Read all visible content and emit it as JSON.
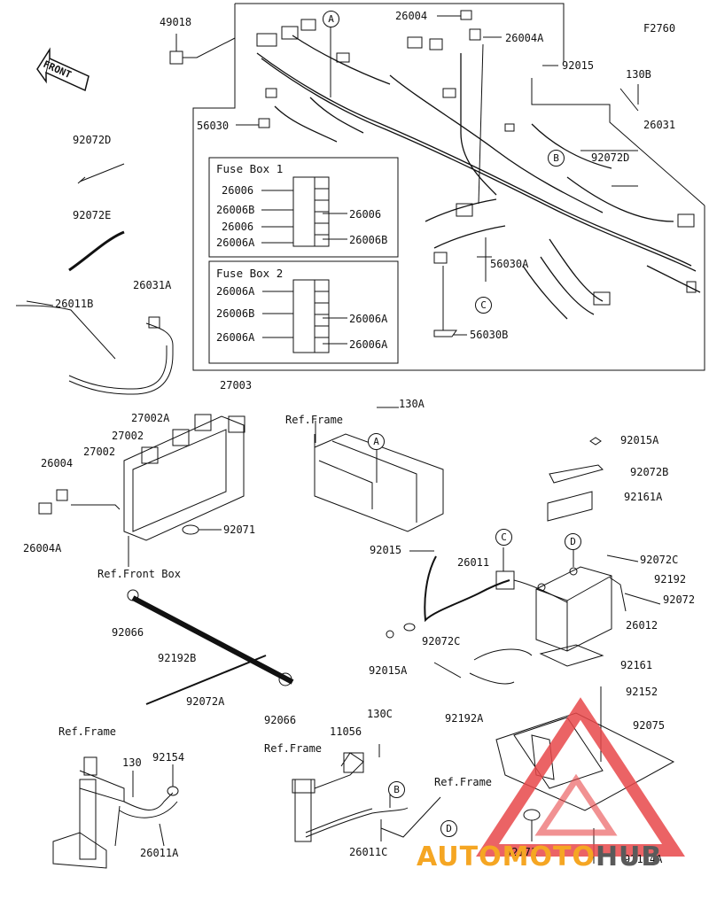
{
  "diagram_code": "F2760",
  "front_label": "FRONT",
  "fuse_box_1": {
    "title": "Fuse Box 1",
    "left": [
      "26006",
      "26006B",
      "26006",
      "26006A"
    ],
    "right": [
      "26006",
      "26006B"
    ]
  },
  "fuse_box_2": {
    "title": "Fuse Box 2",
    "left": [
      "26006A",
      "26006B",
      "26006A"
    ],
    "right": [
      "26006A",
      "26006A"
    ]
  },
  "callouts": [
    "A",
    "B",
    "C",
    "D"
  ],
  "refs": {
    "frame": "Ref.Frame",
    "front_box": "Ref.Front Box"
  },
  "parts": [
    "49018",
    "26004",
    "26004A",
    "92015",
    "130B",
    "56030",
    "26031",
    "92072D",
    "92072D",
    "92072E",
    "56030A",
    "56030B",
    "26031A",
    "26011B",
    "27003",
    "27002A",
    "27002",
    "27002",
    "26004",
    "26004A",
    "92071",
    "130A",
    "92015A",
    "92072B",
    "92161A",
    "92015",
    "26011",
    "92072C",
    "92192",
    "92072",
    "92066",
    "92192B",
    "92015A",
    "92072C",
    "26012",
    "92161",
    "92192A",
    "92152",
    "92072A",
    "92066",
    "92075",
    "130C",
    "11056",
    "130",
    "92154",
    "92171",
    "92154A",
    "26011A",
    "26011C"
  ],
  "watermark": {
    "part1": "AUTOMOTO",
    "part2": "HUB",
    "accent": "#f5a623",
    "dark": "#5a5a5a",
    "triangle": "#e8484a"
  }
}
